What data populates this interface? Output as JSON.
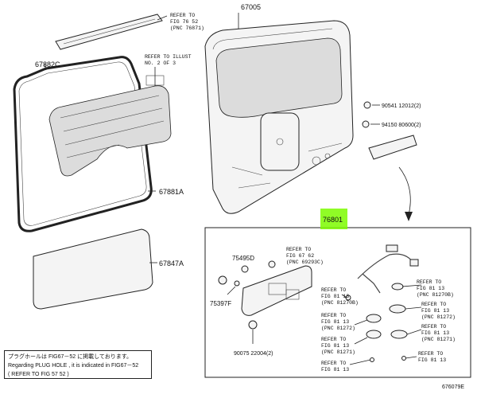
{
  "labels": {
    "p67005": "67005",
    "p67882c": "67882C",
    "p67881a": "67881A",
    "p67847a": "67847A",
    "p76801": "76801",
    "p75495d": "75495D",
    "p75397f": "75397F",
    "p90541": "90541 12012(2)",
    "p94150": "94150 80600(2)",
    "p90075": "90075 22004(2)",
    "fig_id": "676079E"
  },
  "refs": {
    "r_top": [
      "REFER TO",
      "FIG 76 52",
      "(PNC 76871)"
    ],
    "r_illust": [
      "REFER TO ILLUST",
      "NO. 2 OF 3"
    ],
    "r_6762": [
      "REFER TO",
      "FIG 67 62",
      "(PNC 69293C)"
    ],
    "r_l1": [
      "REFER TO",
      "FIG 81 13",
      "(PNC 81270B)"
    ],
    "r_l2": [
      "REFER TO",
      "FIG 81 13",
      "(PNC 81272)"
    ],
    "r_l3": [
      "REFER TO",
      "FIG 81 13",
      "(PNC 81271)"
    ],
    "r_l4": [
      "REFER TO",
      "FIG 81 13"
    ],
    "r_r1": [
      "REFER TO",
      "FIG 81 13",
      "(PNC 81270B)"
    ],
    "r_r2": [
      "REFER TO",
      "FIG 81 13",
      "(PNC 81272)"
    ],
    "r_r3": [
      "REFER TO",
      "FIG 81 13",
      "(PNC 81271)"
    ],
    "r_r4": [
      "REFER TO",
      "FIG 81 13"
    ]
  },
  "note": {
    "line1": "プラグホールは FIG67－52 に掲載しております。",
    "line2": "Regarding PLUG HOLE , it is indicated in FIG67－52",
    "line3": "(      REFER TO FIG 57 52                    )"
  },
  "colors": {
    "highlight": "#7CFC00",
    "line": "#222222"
  }
}
